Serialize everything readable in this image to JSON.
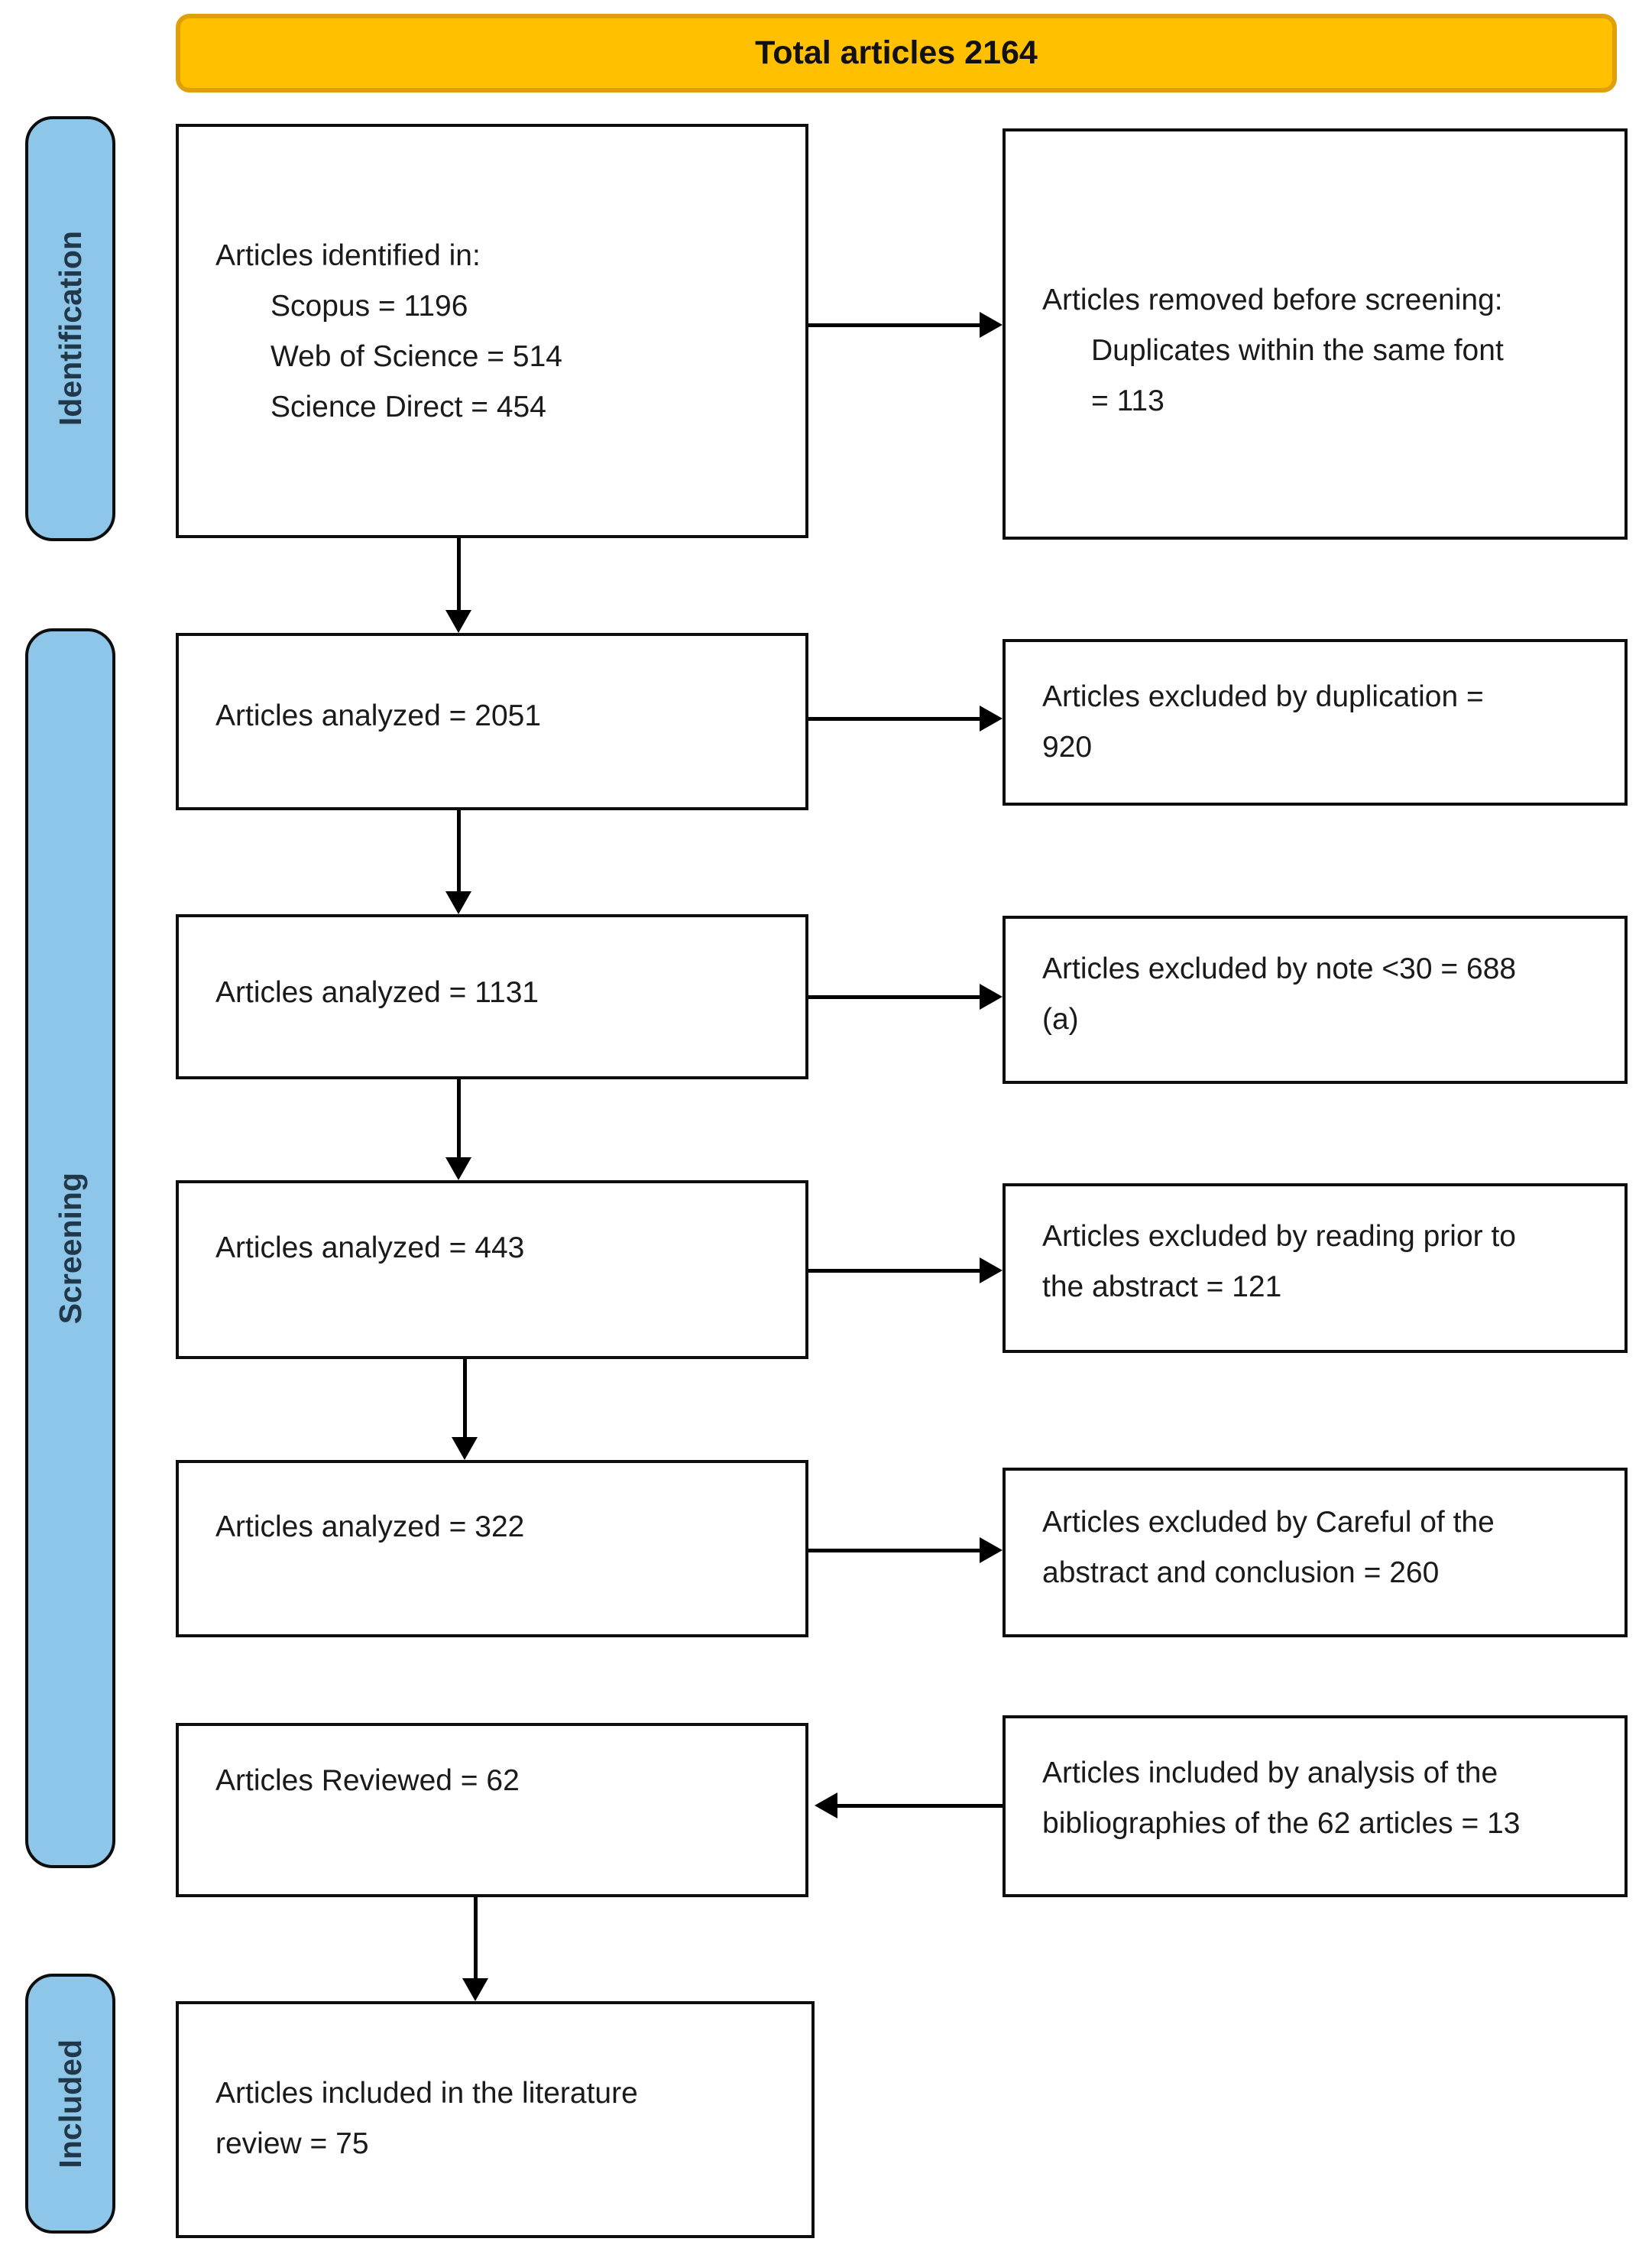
{
  "colors": {
    "banner-fill": "#FFC000",
    "banner-border": "#DFA00C",
    "stage-fill": "#8DC6E9",
    "stage-text": "#21384A",
    "box-border": "#0D0D0D",
    "text": "#1A1A1A",
    "arrow": "#000000"
  },
  "banner": {
    "label": "Total articles 2164"
  },
  "stages": [
    {
      "label": "Identification"
    },
    {
      "label": "Screening"
    },
    {
      "label": "Included"
    }
  ],
  "flow": [
    {
      "name": "identified",
      "lines": [
        "Articles identified in:",
        "Scopus = 1196",
        "Web of Science = 514",
        "Science Direct = 454"
      ]
    },
    {
      "name": "analyzed-2051",
      "text": "Articles analyzed = 2051"
    },
    {
      "name": "analyzed-1131",
      "text": "Articles analyzed = 1131"
    },
    {
      "name": "analyzed-443",
      "text": "Articles analyzed = 443"
    },
    {
      "name": "analyzed-322",
      "text": "Articles analyzed = 322"
    },
    {
      "name": "reviewed-62",
      "text": "Articles Reviewed = 62"
    },
    {
      "name": "included-75",
      "lines": [
        "Articles included in the literature",
        "review = 75"
      ]
    }
  ],
  "side": [
    {
      "direction": "to-side",
      "lines": [
        "Articles removed before screening:",
        "Duplicates within the same font",
        "= 113"
      ]
    },
    {
      "direction": "to-side",
      "lines": [
        "Articles excluded by duplication =",
        "920"
      ]
    },
    {
      "direction": "to-side",
      "lines": [
        "Articles excluded by note <30 = 688",
        "(a)"
      ]
    },
    {
      "direction": "to-side",
      "lines": [
        "Articles excluded by reading prior to",
        "the abstract = 121"
      ]
    },
    {
      "direction": "to-side",
      "lines": [
        "Articles excluded by Careful of the",
        "abstract and conclusion = 260"
      ]
    },
    {
      "direction": "to-main",
      "lines": [
        "Articles included by analysis of the",
        "bibliographies of the 62 articles = 13"
      ]
    }
  ]
}
